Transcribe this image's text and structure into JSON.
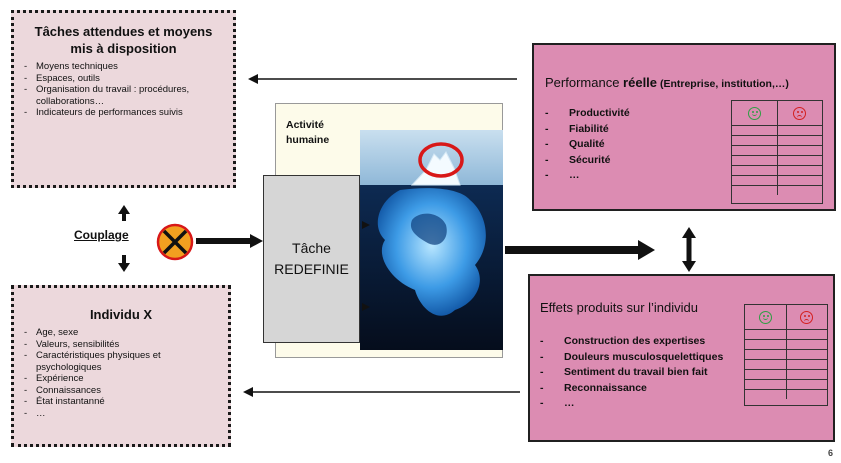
{
  "top_left_box": {
    "title": "Tâches attendues et moyens mis à disposition",
    "items": [
      "Moyens techniques",
      "Espaces, outils",
      "Organisation du travail : procédures, collaborations…",
      "Indicateurs de performances suivis"
    ]
  },
  "coupling": {
    "label": "Couplage",
    "icon": "x-mark-circle-icon",
    "icon_color": "#f2a020"
  },
  "bottom_left_box": {
    "title": "Individu X",
    "items": [
      "Age, sexe",
      "Valeurs, sensibilités",
      "Caractéristiques physiques et psychologiques",
      "Expérience",
      "Connaissances",
      "État instantanné",
      "…"
    ]
  },
  "center": {
    "activity_label": "Activité humaine",
    "task_label": "Tâche REDEFINIE",
    "image": "iceberg-image",
    "highlight_color": "#d81818"
  },
  "performance_box": {
    "title_prefix": "Performance ",
    "title_bold": "réelle",
    "title_suffix": " (Entreprise, institution,…)",
    "items": [
      "Productivité",
      "Fiabilité",
      "Qualité",
      "Sécurité",
      "…"
    ]
  },
  "effects_box": {
    "title": "Effets produits sur l’individu",
    "items": [
      "Construction des expertises",
      "Douleurs musculosquelettiques",
      "Sentiment du travail bien fait",
      "Reconnaissance",
      "…"
    ]
  },
  "colors": {
    "dotted_box_fill": "#ecd8dc",
    "pink_box_fill": "#dc8cb2",
    "arrow": "#111111"
  },
  "page_number": "6"
}
